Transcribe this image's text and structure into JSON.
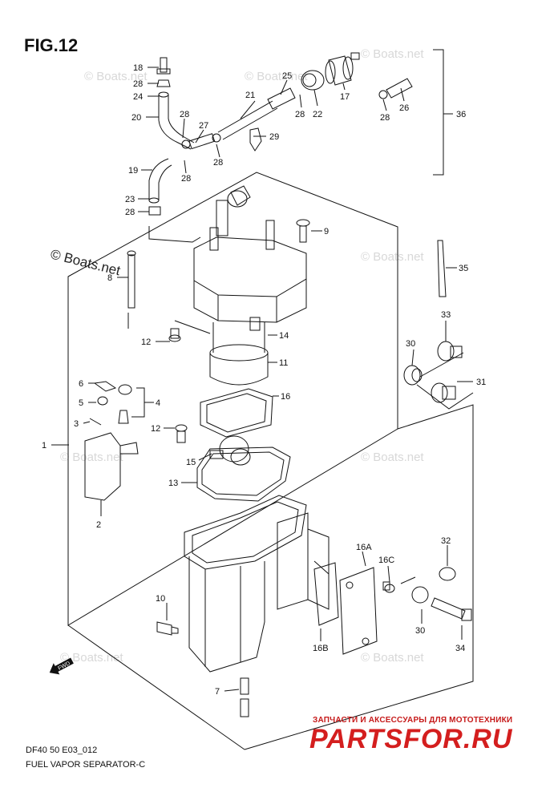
{
  "figure": {
    "title": "FIG.12",
    "code": "DF40 50 E03_012",
    "name": "FUEL VAPOR SEPARATOR-C"
  },
  "watermarks": {
    "main": "© Boats.net",
    "light": "© Boats.net"
  },
  "brand": {
    "subtitle": "ЗАПЧАСТИ И АКСЕССУАРЫ ДЛЯ МОТОТЕХНИКИ",
    "name": "PARTSFOR.RU",
    "color": "#d41e1e"
  },
  "fwd_icon": "fwd-arrow-icon",
  "callouts": [
    {
      "id": "c18",
      "text": "18"
    },
    {
      "id": "c28a",
      "text": "28"
    },
    {
      "id": "c24",
      "text": "24"
    },
    {
      "id": "c20",
      "text": "20"
    },
    {
      "id": "c28b",
      "text": "28"
    },
    {
      "id": "c27",
      "text": "27"
    },
    {
      "id": "c28c",
      "text": "28"
    },
    {
      "id": "c21",
      "text": "21"
    },
    {
      "id": "c25",
      "text": "25"
    },
    {
      "id": "c28d",
      "text": "28"
    },
    {
      "id": "c22",
      "text": "22"
    },
    {
      "id": "c17",
      "text": "17"
    },
    {
      "id": "c28e",
      "text": "28"
    },
    {
      "id": "c26",
      "text": "26"
    },
    {
      "id": "c36",
      "text": "36"
    },
    {
      "id": "c29",
      "text": "29"
    },
    {
      "id": "c19",
      "text": "19"
    },
    {
      "id": "c28f",
      "text": "28"
    },
    {
      "id": "c23",
      "text": "23"
    },
    {
      "id": "c28g",
      "text": "28"
    },
    {
      "id": "c9",
      "text": "9"
    },
    {
      "id": "c35",
      "text": "35"
    },
    {
      "id": "c8",
      "text": "8"
    },
    {
      "id": "c12a",
      "text": "12"
    },
    {
      "id": "c14",
      "text": "14"
    },
    {
      "id": "c11",
      "text": "11"
    },
    {
      "id": "c33",
      "text": "33"
    },
    {
      "id": "c30a",
      "text": "30"
    },
    {
      "id": "c31",
      "text": "31"
    },
    {
      "id": "c6",
      "text": "6"
    },
    {
      "id": "c4",
      "text": "4"
    },
    {
      "id": "c5",
      "text": "5"
    },
    {
      "id": "c16",
      "text": "16"
    },
    {
      "id": "c3",
      "text": "3"
    },
    {
      "id": "c12b",
      "text": "12"
    },
    {
      "id": "c1",
      "text": "1"
    },
    {
      "id": "c15",
      "text": "15"
    },
    {
      "id": "c13",
      "text": "13"
    },
    {
      "id": "c2",
      "text": "2"
    },
    {
      "id": "c32",
      "text": "32"
    },
    {
      "id": "c16A",
      "text": "16A"
    },
    {
      "id": "c16C",
      "text": "16C"
    },
    {
      "id": "c10",
      "text": "10"
    },
    {
      "id": "c30b",
      "text": "30"
    },
    {
      "id": "c16B",
      "text": "16B"
    },
    {
      "id": "c34",
      "text": "34"
    },
    {
      "id": "c7",
      "text": "7"
    }
  ]
}
